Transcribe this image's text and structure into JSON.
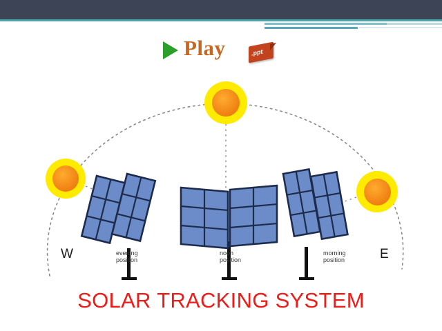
{
  "slide": {
    "play_link": {
      "label": "Play",
      "badge": ".ppt",
      "icon": "play-triangle-icon"
    },
    "title": "SOLAR TRACKING SYSTEM",
    "compass": {
      "west": "W",
      "east": "E"
    },
    "panels": [
      {
        "id": "evening",
        "label_line1": "evening",
        "label_line2": "position"
      },
      {
        "id": "noon",
        "label_line1": "noon",
        "label_line2": "position"
      },
      {
        "id": "morning",
        "label_line1": "morning",
        "label_line2": "position"
      }
    ],
    "suns": [
      {
        "id": "sun-west",
        "position": "west"
      },
      {
        "id": "sun-noon",
        "position": "overhead"
      },
      {
        "id": "sun-east",
        "position": "east"
      }
    ],
    "colors": {
      "header_band": "#3d4455",
      "accent_teal": "#4ba3b0",
      "sun_halo": "#ffeb00",
      "sun_core": "#f08a1c",
      "panel_blue": "#6b8cc8",
      "panel_outline": "#1d2b4d",
      "title_red": "#ef1b17",
      "play_text": "#c76820",
      "play_triangle": "#2aa02a",
      "ppt_badge": "#c2441f"
    }
  }
}
